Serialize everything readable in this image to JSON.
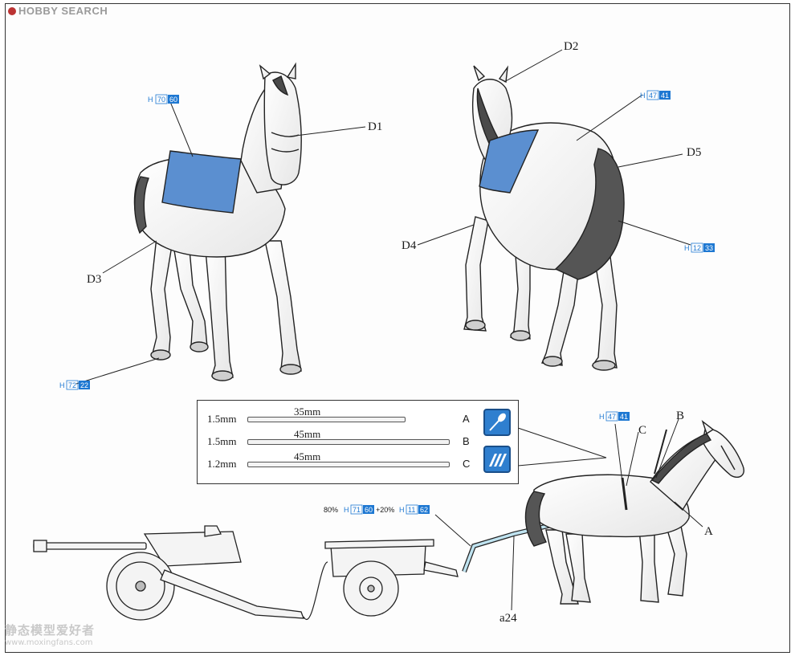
{
  "watermark": {
    "top_brand": "HOBBY SEARCH",
    "bottom_cn": "静态模型爱好者",
    "bottom_url": "www.moxingfans.com"
  },
  "part_labels": {
    "d1": "D1",
    "d2": "D2",
    "d3": "D3",
    "d4": "D4",
    "d5": "D5",
    "a24": "a24",
    "a": "A",
    "b": "B",
    "c": "C"
  },
  "paint_codes": {
    "blanket_left": {
      "prefix": "H",
      "a": "70",
      "b": "60"
    },
    "body_right": {
      "prefix": "H",
      "a": "47",
      "b": "41"
    },
    "tail": {
      "prefix": "H",
      "a": "12",
      "b": "33"
    },
    "hooves": {
      "prefix": "H",
      "a": "72",
      "b": "22"
    },
    "harness": {
      "prefix": "H",
      "a": "47",
      "b": "41"
    },
    "shaft_mix": {
      "pct1": "80%",
      "prefix1": "H",
      "a1": "71",
      "b1": "60",
      "pct2": "+20%",
      "prefix2": "H",
      "a2": "11",
      "b2": "62"
    }
  },
  "strips": [
    {
      "thickness": "1.5mm",
      "length": "35mm",
      "letter": "A"
    },
    {
      "thickness": "1.5mm",
      "length": "45mm",
      "letter": "B"
    },
    {
      "thickness": "1.2mm",
      "length": "45mm",
      "letter": "C"
    }
  ],
  "colors": {
    "blanket": "#5b8fd0",
    "tail": "#555555",
    "mane": "#4a4a4a",
    "paint_code_blue": "#1e78d2",
    "tool_icon": "#2f7fcf"
  },
  "icons": [
    "paint-brush-icon",
    "file-sanding-icon"
  ]
}
